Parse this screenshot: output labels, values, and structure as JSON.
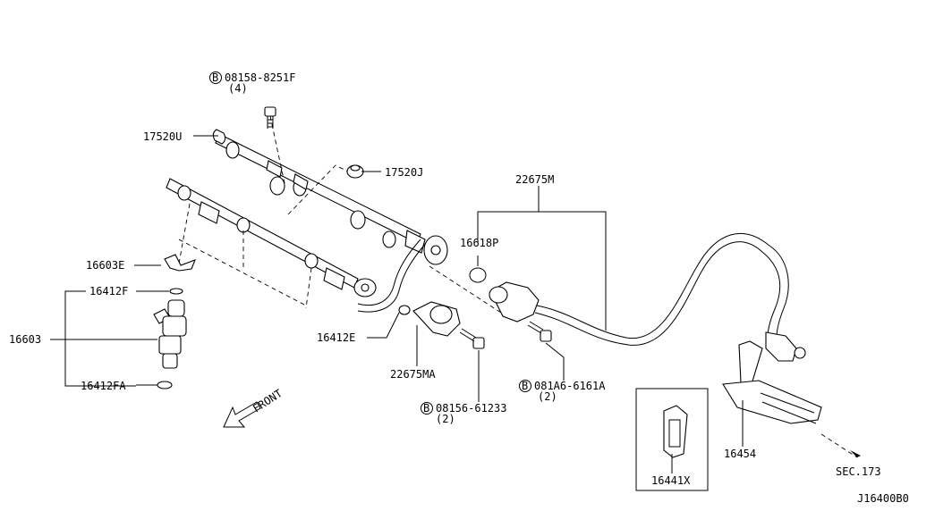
{
  "labels": {
    "bolt_08158": "08158-8251F",
    "bolt_08158_qty": "(4)",
    "rail_17520u": "17520U",
    "insulator_17520j": "17520J",
    "hose_22675m": "22675M",
    "oring_16618p": "16618P",
    "clip_16603e": "16603E",
    "seal_16412f": "16412F",
    "injector_16603": "16603",
    "seal_16412fa": "16412FA",
    "seal_16412e": "16412E",
    "damper_22675ma": "22675MA",
    "bolt_081a6": "081A6-6161A",
    "bolt_081a6_qty": "(2)",
    "bolt_08156": "08156-61233",
    "bolt_08156_qty": "(2)",
    "clip_16441x": "16441X",
    "connector_16454": "16454",
    "section_ref": "SEC.173",
    "front": "FRONT",
    "diagram_code": "J16400B0",
    "bolt_marker": "B"
  },
  "icons": [
    "bolt-marker-icon",
    "front-arrow-icon"
  ]
}
